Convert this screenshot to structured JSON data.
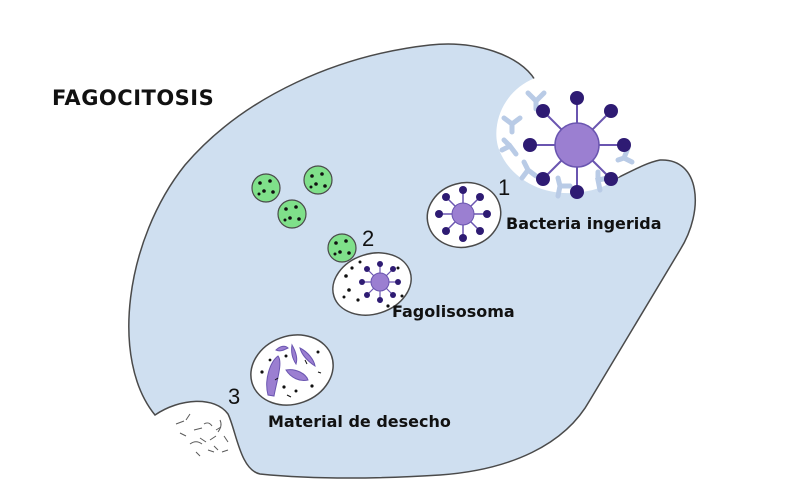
{
  "diagram": {
    "title": "FAGOCITOSIS",
    "steps": [
      {
        "number": "1",
        "label": "Bacteria ingerida"
      },
      {
        "number": "2",
        "label": "Fagolisosoma"
      },
      {
        "number": "3",
        "label": "Material de desecho"
      }
    ]
  },
  "colors": {
    "cell_fill": "#cfdff0",
    "outline": "#4a4a4a",
    "bacteria": "#9b7fd1",
    "bacteria_spike": "#2e1b73",
    "lysosome": "#7fe08a",
    "receptor": "#b9cbe6"
  }
}
